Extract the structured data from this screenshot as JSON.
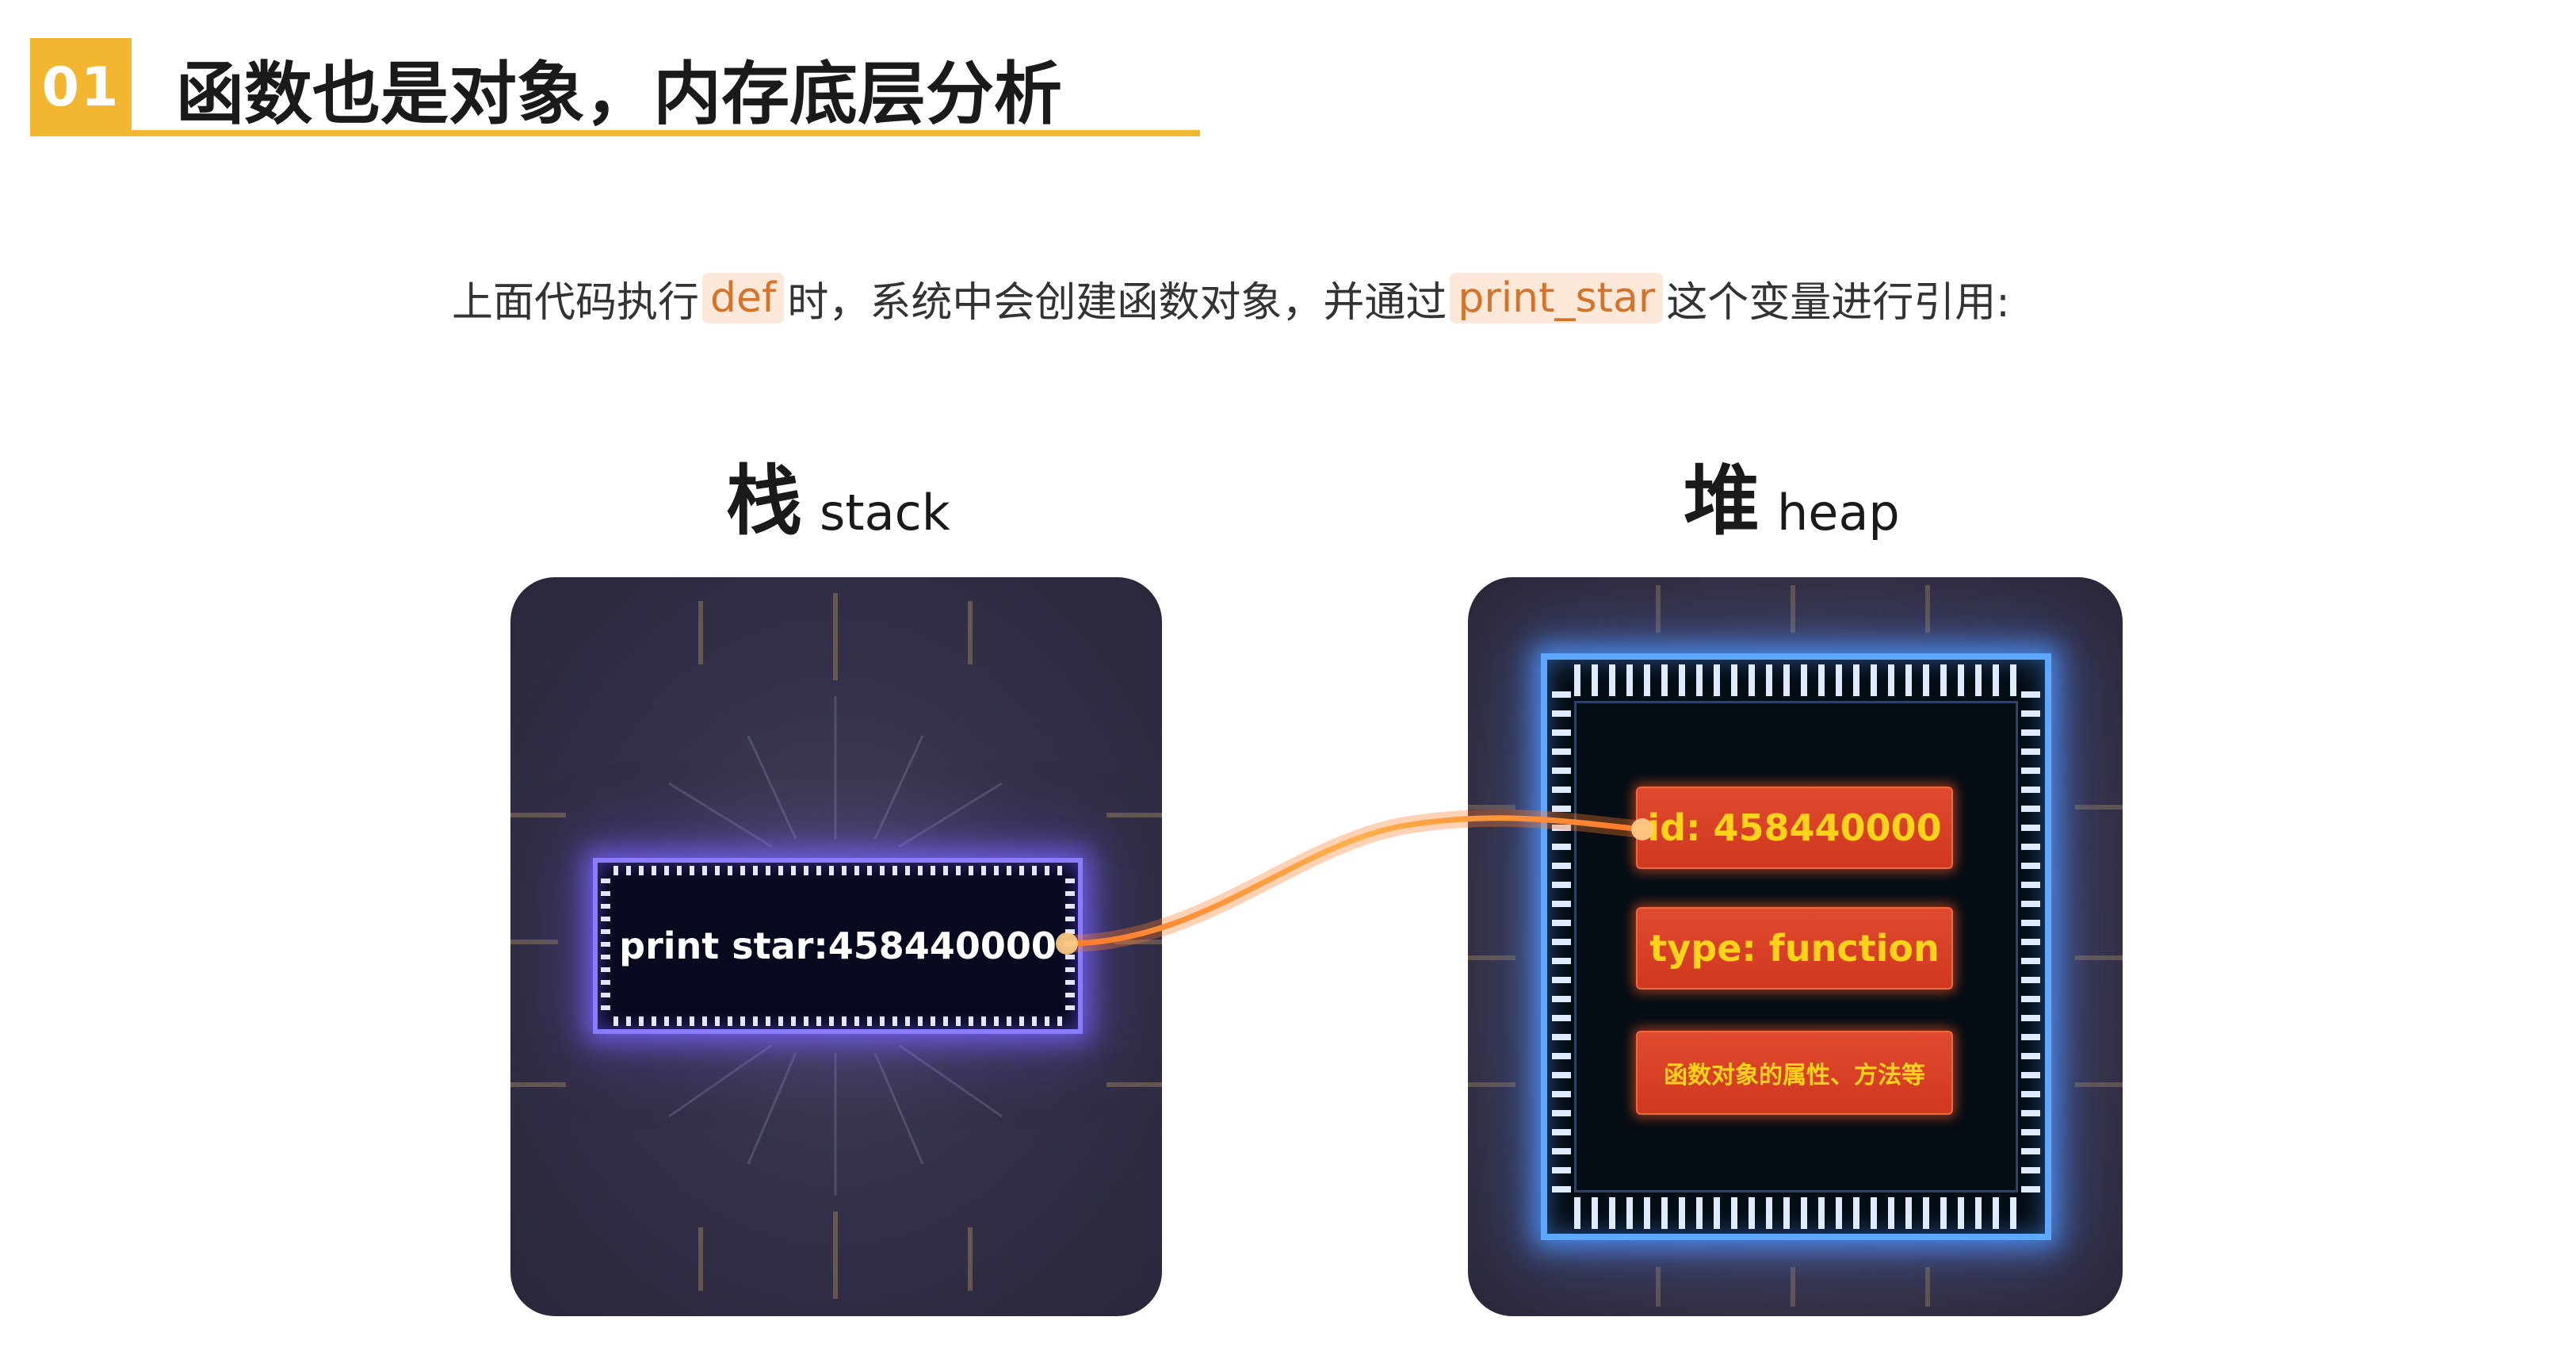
{
  "header": {
    "section_number": "01",
    "title": "函数也是对象，内存底层分析"
  },
  "intro": {
    "prefix": "上面代码执行",
    "code_def": "def",
    "middle": "时，系统中会创建函数对象，并通过",
    "code_var": "print_star",
    "suffix": "这个变量进行引用:"
  },
  "stack": {
    "title_zh": "栈",
    "title_en": "stack",
    "entry": "print star:458440000"
  },
  "heap": {
    "title_zh": "堆",
    "title_en": "heap",
    "fields": [
      "id: 458440000",
      "type: function",
      "函数对象的属性、方法等"
    ]
  },
  "colors": {
    "accent": "#f2b630",
    "code_text": "#d4742a",
    "code_bg": "#fbe8d8",
    "stack_glow": "#8a7cff",
    "heap_glow": "#5fa8ff",
    "field_bg": "#d8401f",
    "field_text": "#ffd31a",
    "connector": "#ff9a3a"
  }
}
